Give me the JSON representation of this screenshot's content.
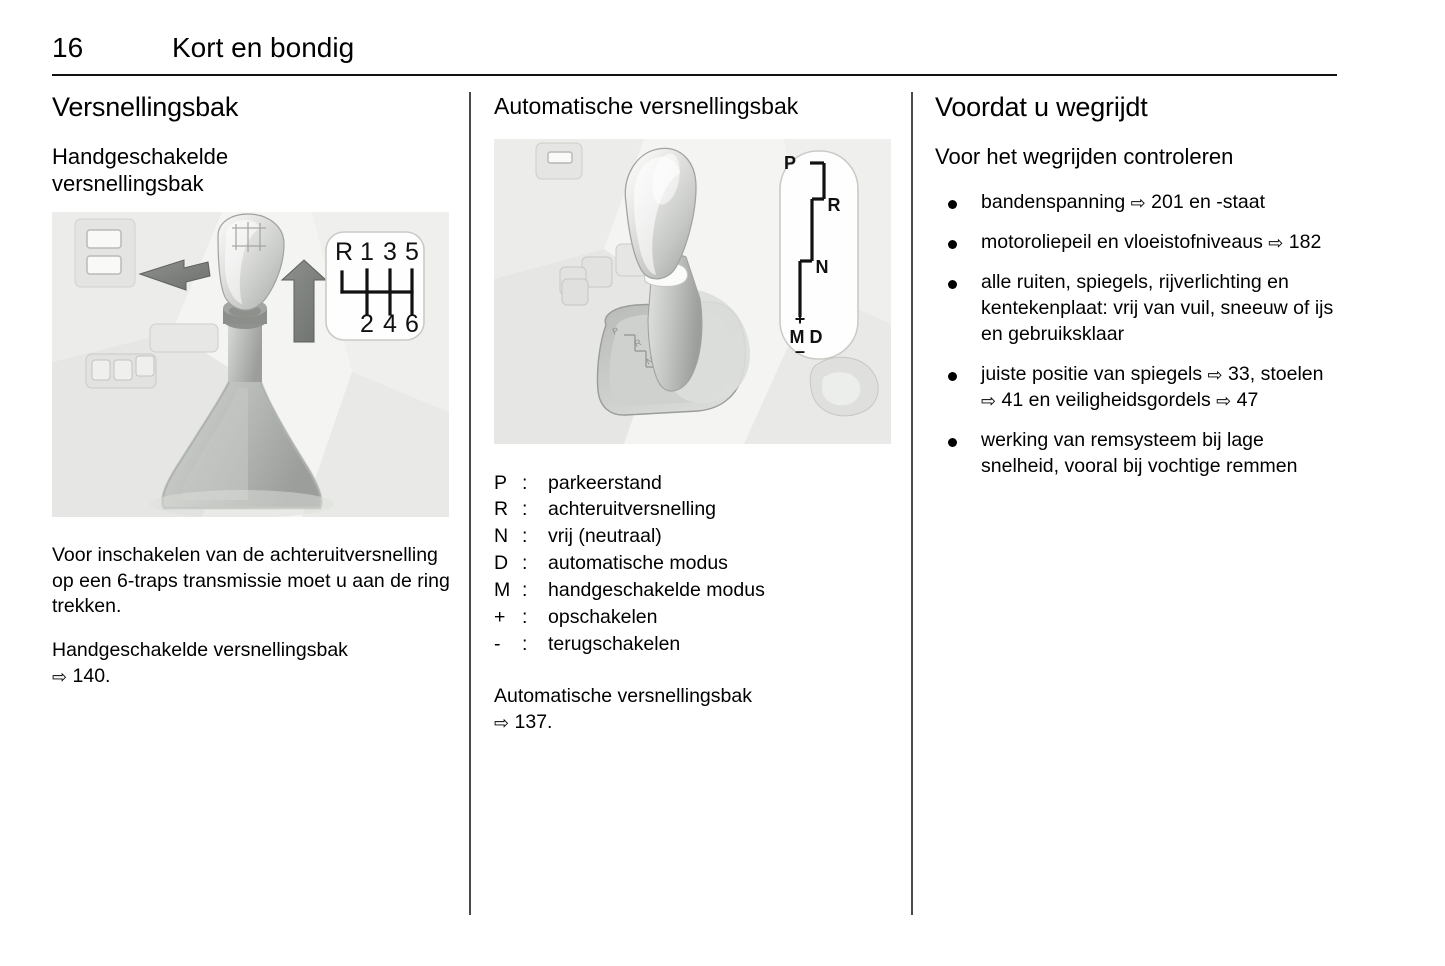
{
  "page": {
    "number": "16",
    "chapter": "Kort en bondig",
    "arrow_glyph": "⇨"
  },
  "left_column": {
    "section_title": "Versnellingsbak",
    "sub_title_line1": "Handgeschakelde",
    "sub_title_line2": "versnellingsbak",
    "illustration": {
      "name": "manual-gearshift-lever-illustration",
      "pattern_labels_top": [
        "R",
        "1",
        "3",
        "5"
      ],
      "pattern_labels_bottom": [
        "2",
        "4",
        "6"
      ]
    },
    "paragraph_1": "Voor inschakelen van de achteruitversnelling op een 6-traps transmissie moet u aan de ring trekken.",
    "paragraph_2_text": "Handgeschakelde versnellingsbak",
    "paragraph_2_ref": "140."
  },
  "middle_column": {
    "section_title": "Automatische versnellingsbak",
    "illustration": {
      "name": "automatic-gearshift-lever-illustration",
      "gate_labels": [
        "P",
        "R",
        "N",
        "+",
        "M",
        "D",
        "–"
      ]
    },
    "legend": [
      {
        "key": "P",
        "sep": ":",
        "value": "parkeerstand"
      },
      {
        "key": "R",
        "sep": ":",
        "value": "achteruitversnelling"
      },
      {
        "key": "N",
        "sep": ":",
        "value": "vrij (neutraal)"
      },
      {
        "key": "D",
        "sep": ":",
        "value": "automatische modus"
      },
      {
        "key": "M",
        "sep": ":",
        "value": "handgeschakelde modus"
      },
      {
        "key": "+",
        "sep": ":",
        "value": "opschakelen"
      },
      {
        "key": "-",
        "sep": ":",
        "value": "terugschakelen"
      }
    ],
    "footer_text": "Automatische versnellingsbak",
    "footer_ref": "137."
  },
  "right_column": {
    "section_title": "Voordat u wegrijdt",
    "sub_title": "Voor het wegrijden controleren",
    "bullets": [
      {
        "parts": [
          {
            "type": "text",
            "text": "bandenspanning "
          },
          {
            "type": "ref",
            "text": "201"
          },
          {
            "type": "text",
            "text": " en -staat"
          }
        ]
      },
      {
        "parts": [
          {
            "type": "text",
            "text": "motoroliepeil en vloeistofniveaus "
          },
          {
            "type": "ref",
            "text": "182"
          }
        ]
      },
      {
        "parts": [
          {
            "type": "text",
            "text": "alle ruiten, spiegels, rijverlichting en kentekenplaat: vrij van vuil, sneeuw of ijs en gebruiksklaar"
          }
        ]
      },
      {
        "parts": [
          {
            "type": "text",
            "text": "juiste positie van spiegels "
          },
          {
            "type": "ref",
            "text": "33,"
          },
          {
            "type": "text",
            "text": " stoelen "
          },
          {
            "type": "ref",
            "text": "41"
          },
          {
            "type": "text",
            "text": " en veiligheidsgordels "
          },
          {
            "type": "ref",
            "text": "47"
          }
        ]
      },
      {
        "parts": [
          {
            "type": "text",
            "text": "werking van remsysteem bij lage snelheid, vooral bij vochtige remmen"
          }
        ]
      }
    ]
  }
}
